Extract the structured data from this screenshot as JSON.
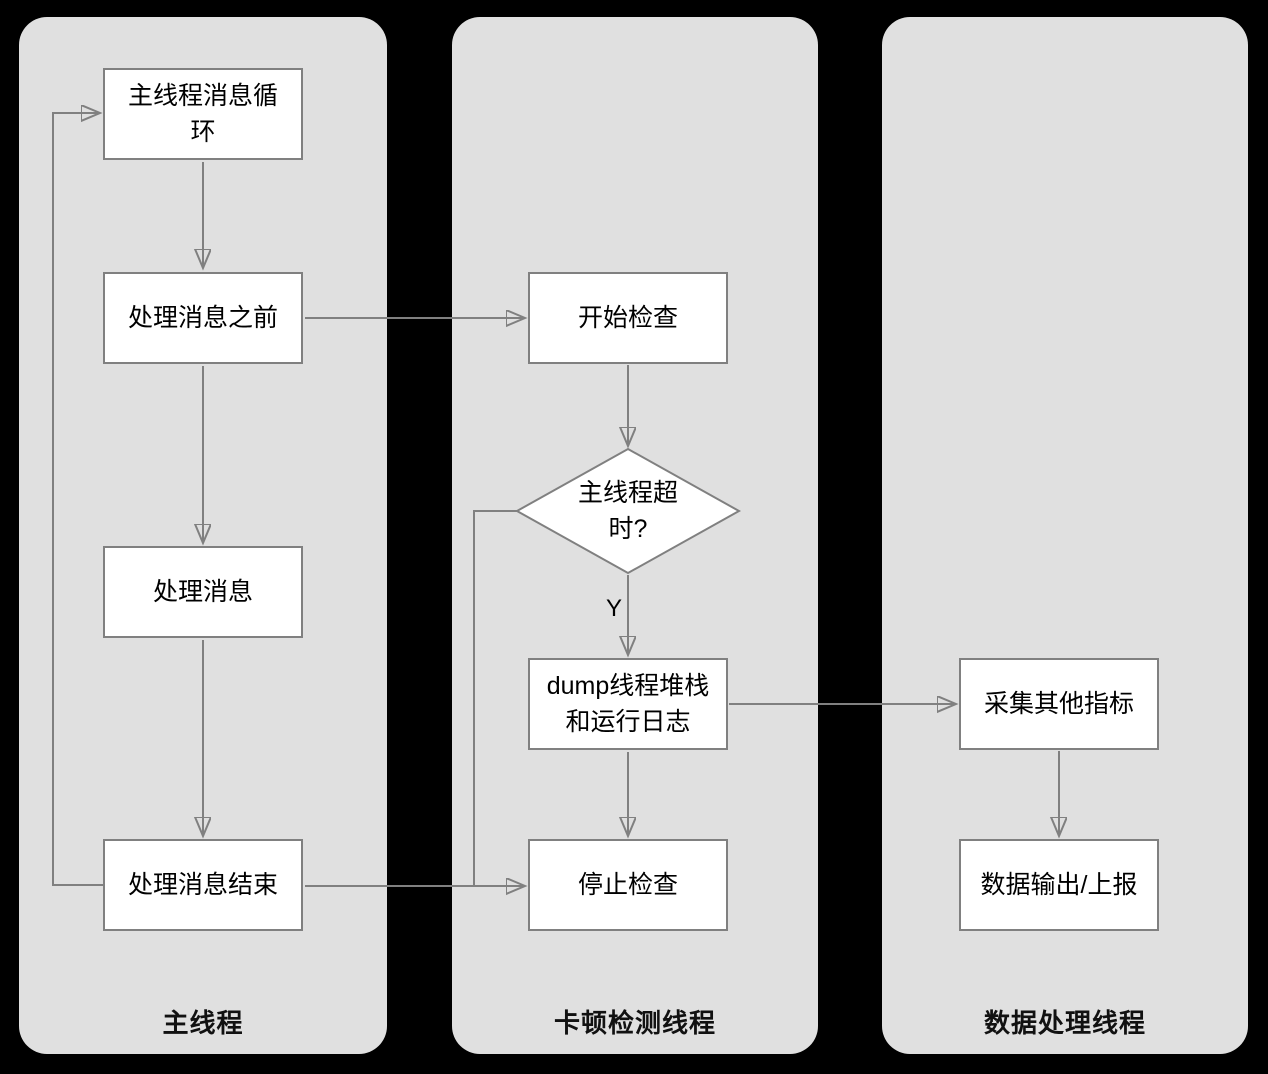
{
  "colors": {
    "background": "#000000",
    "lane_fill": "#e0e0e0",
    "node_fill": "#ffffff",
    "stroke": "#808080",
    "text": "#000000"
  },
  "lanes": [
    {
      "label": "主线程"
    },
    {
      "label": "卡顿检测线程"
    },
    {
      "label": "数据处理线程"
    }
  ],
  "nodes": {
    "message_loop": "主线程消息循\n环",
    "before_message": "处理消息之前",
    "handle_message": "处理消息",
    "after_message": "处理消息结束",
    "start_check": "开始检查",
    "timeout_question": "主线程超\n时?",
    "dump_stack": "dump线程堆栈\n和运行日志",
    "stop_check": "停止检查",
    "collect_metrics": "采集其他指标",
    "data_output": "数据输出/上报"
  },
  "edge_labels": {
    "yes": "Y"
  },
  "edges": [
    {
      "from": "message_loop",
      "to": "before_message"
    },
    {
      "from": "before_message",
      "to": "handle_message"
    },
    {
      "from": "handle_message",
      "to": "after_message"
    },
    {
      "from": "after_message",
      "to": "message_loop"
    },
    {
      "from": "before_message",
      "to": "start_check"
    },
    {
      "from": "start_check",
      "to": "timeout_question"
    },
    {
      "from": "timeout_question",
      "to": "dump_stack",
      "label": "Y"
    },
    {
      "from": "timeout_question",
      "to": "stop_check"
    },
    {
      "from": "after_message",
      "to": "stop_check"
    },
    {
      "from": "dump_stack",
      "to": "stop_check"
    },
    {
      "from": "dump_stack",
      "to": "collect_metrics"
    },
    {
      "from": "collect_metrics",
      "to": "data_output"
    }
  ]
}
